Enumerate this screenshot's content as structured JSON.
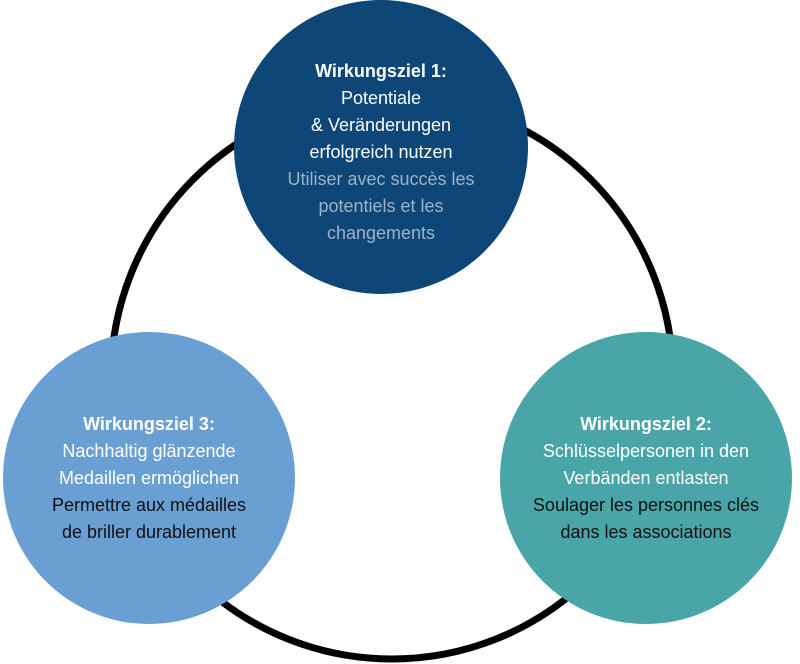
{
  "colors": {
    "goal1_fill": "#0d4677",
    "goal2_fill": "#4aa5a8",
    "goal3_fill": "#6a9fd4",
    "ring_stroke": "#000000"
  },
  "goals": [
    {
      "title": "Wirkungsziel 1:",
      "de_lines": [
        "Potentiale",
        "& Veränderungen",
        "erfolgreich nutzen"
      ],
      "fr_lines": [
        "Utiliser avec succès les",
        "potentiels et les",
        "changements"
      ]
    },
    {
      "title": "Wirkungsziel 2:",
      "de_lines": [
        "Schlüsselpersonen in den",
        "Verbänden entlasten"
      ],
      "fr_lines": [
        "Soulager les personnes clés",
        "dans les associations"
      ]
    },
    {
      "title": "Wirkungsziel 3:",
      "de_lines": [
        "Nachhaltig glänzende",
        "Medaillen ermöglichen"
      ],
      "fr_lines": [
        "Permettre aux médailles",
        "de briller durablement"
      ]
    }
  ]
}
